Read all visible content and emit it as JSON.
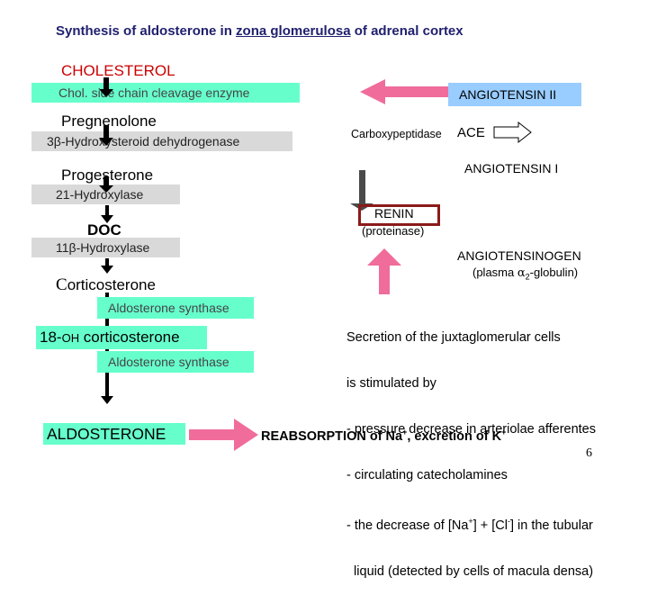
{
  "title": {
    "prefix": "Synthesis of aldosterone in ",
    "underlined": "zona glomerulosa",
    "suffix": " of adrenal cortex"
  },
  "pathway": {
    "cholesterol": "CHOLESTEROL",
    "enzyme1": "Chol. side chain cleavage enzyme",
    "pregnenolone": "Pregnenolone",
    "enzyme2": "3β-Hydroxysteroid dehydrogenase",
    "progesterone": "Progesterone",
    "enzyme3": "21-Hydroxylase",
    "doc": "DOC",
    "enzyme4": "11β-Hydroxylase",
    "corticosterone_initial": "C",
    "corticosterone_rest": "orticosterone",
    "enzyme5": "Aldosterone synthase",
    "hydroxy_prefix": "18-",
    "hydroxy_oh": "OH",
    "hydroxy_rest": " corticosterone",
    "enzyme6": "Aldosterone synthase",
    "aldosterone": "ALDOSTERONE"
  },
  "renin_system": {
    "angiotensin2": "ANGIOTENSIN II",
    "carboxypeptidase": "Carboxypeptidase",
    "ace": "ACE",
    "angiotensin1": "ANGIOTENSIN I",
    "renin": "RENIN",
    "proteinase": "(proteinase)",
    "angiotensinogen": "ANGIOTENSINOGEN",
    "plasma_prefix": "(plasma ",
    "alpha": "α",
    "alpha_sub": "2",
    "plasma_suffix": "-globulin)"
  },
  "secretion": {
    "lines": [
      "Secretion of the juxtaglomerular cells",
      "is stimulated by",
      "- pressure decrease in arteriolae afferentes",
      "- circulating catecholamines"
    ],
    "last_prefix": "- the decrease of [Na",
    "last_plus": "+",
    "last_mid": "] + [Cl",
    "last_minus": "-",
    "last_suffix": "] in the tubular",
    "last_line": "  liquid (detected by cells of macula densa)"
  },
  "result": {
    "prefix": "REABSORPTION of Na",
    "plus": "+",
    "middle": ", excretion of K",
    "plus2": "+"
  },
  "page_number": "6",
  "colors": {
    "green_band": "#66ffcc",
    "gray_band": "#d9d9d9",
    "blue_band": "#99ccff",
    "pink_arrow": "#f06c9b",
    "renin_box": "#8b1a1a",
    "cholesterol_red": "#cc0000"
  }
}
